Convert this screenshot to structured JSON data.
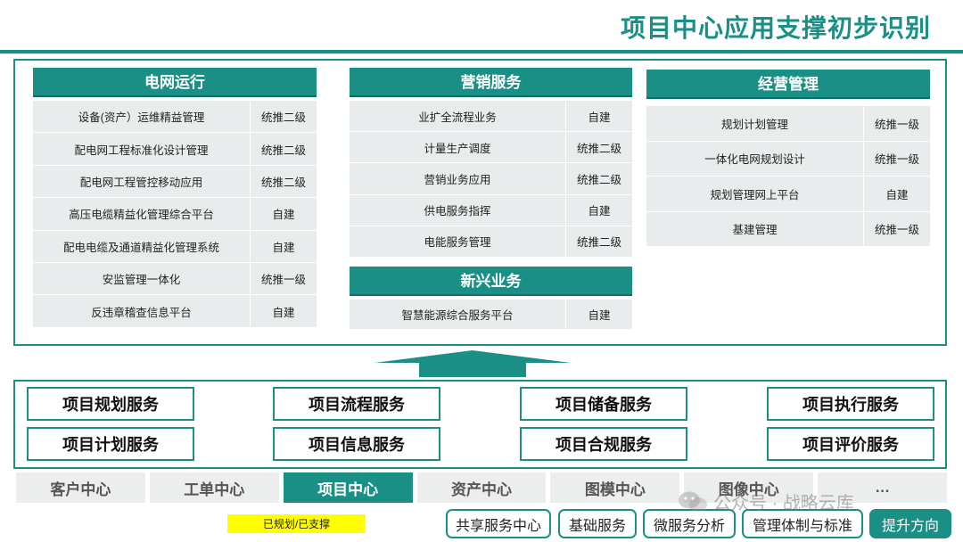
{
  "title": "项目中心应用支撑初步识别",
  "columns": [
    {
      "head": "电网运行",
      "rows": [
        {
          "name": "设备(资产）运维精益管理",
          "status": "统推二级"
        },
        {
          "name": "配电网工程标准化设计管理",
          "status": "统推二级"
        },
        {
          "name": "配电网工程管控移动应用",
          "status": "统推二级"
        },
        {
          "name": "高压电缆精益化管理综合平台",
          "status": "自建"
        },
        {
          "name": "配电电缆及通道精益化管理系统",
          "status": "自建"
        },
        {
          "name": "安监管理一体化",
          "status": "统推一级"
        },
        {
          "name": "反违章稽查信息平台",
          "status": "自建"
        }
      ]
    },
    {
      "head": "营销服务",
      "rows": [
        {
          "name": "业扩全流程业务",
          "status": "自建"
        },
        {
          "name": "计量生产调度",
          "status": "统推二级"
        },
        {
          "name": "营销业务应用",
          "status": "统推二级"
        },
        {
          "name": "供电服务指挥",
          "status": "自建"
        },
        {
          "name": "电能服务管理",
          "status": "统推二级"
        }
      ]
    },
    {
      "head": "新兴业务",
      "rows": [
        {
          "name": "智慧能源综合服务平台",
          "status": "自建"
        }
      ]
    },
    {
      "head": "经营管理",
      "rows": [
        {
          "name": "规划计划管理",
          "status": "统推一级"
        },
        {
          "name": "一体化电网规划设计",
          "status": "统推一级"
        },
        {
          "name": "规划管理网上平台",
          "status": "自建"
        },
        {
          "name": "基建管理",
          "status": "统推一级"
        }
      ]
    }
  ],
  "services": [
    "项目规划服务",
    "项目流程服务",
    "项目储备服务",
    "项目执行服务",
    "项目计划服务",
    "项目信息服务",
    "项目合规服务",
    "项目评价服务"
  ],
  "centers": [
    "客户中心",
    "工单中心",
    "项目中心",
    "资产中心",
    "图模中心",
    "图像中心",
    "…"
  ],
  "active_center": "项目中心",
  "legend": "已规划/已支撑",
  "footer_buttons": [
    "共享服务中心",
    "基础服务",
    "微服务分析",
    "管理体制与标准",
    "提升方向"
  ],
  "watermark": "公众号 · 战略云库",
  "colors": {
    "accent": "#1a8f86",
    "highlight": "#ffff00",
    "cell": "#e9ecec"
  }
}
